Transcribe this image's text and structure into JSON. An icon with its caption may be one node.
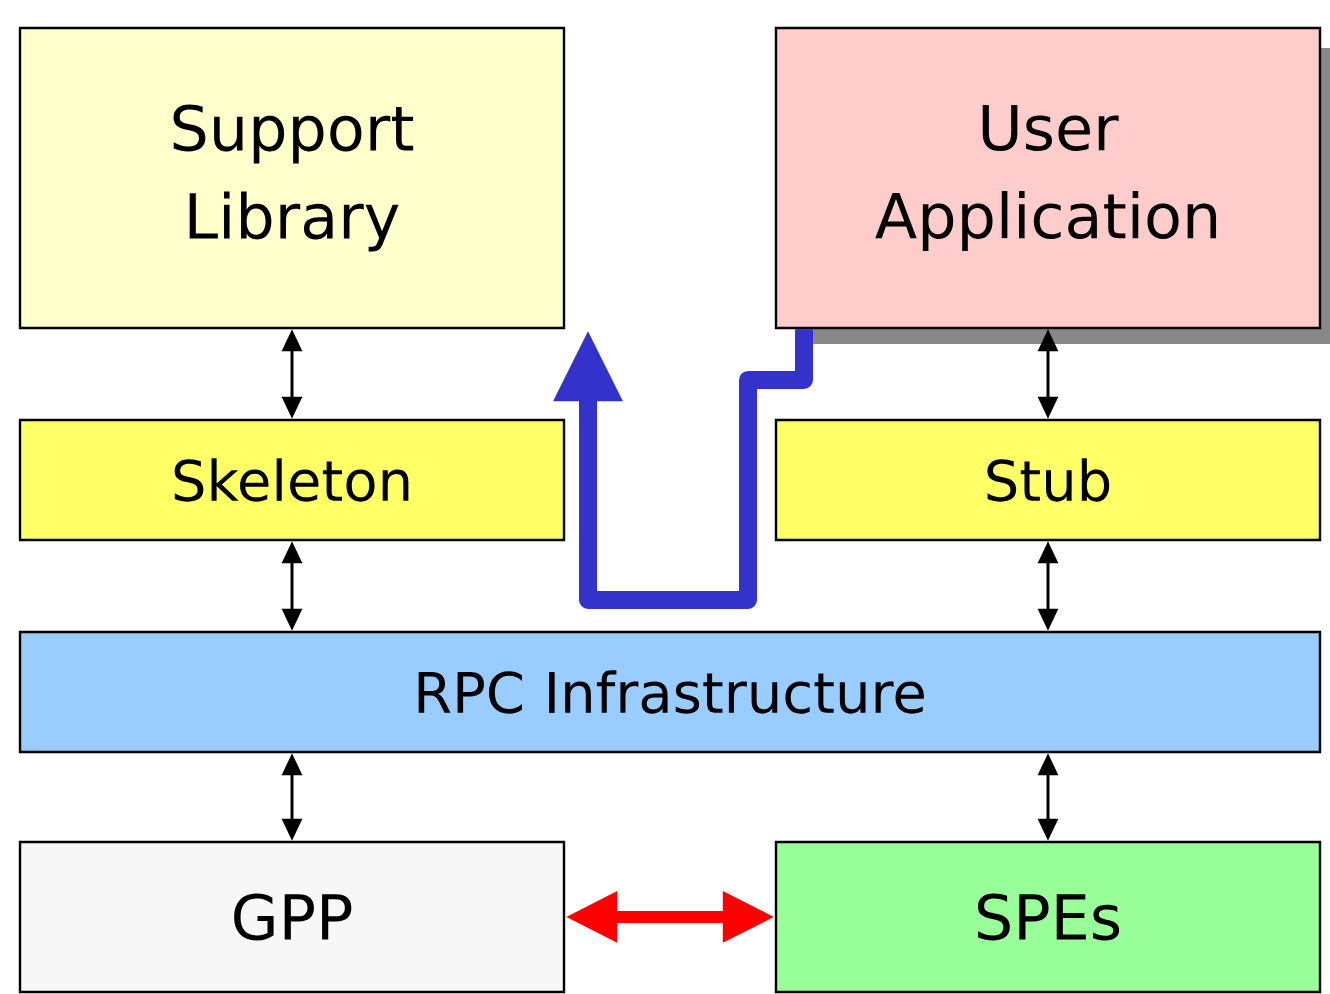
{
  "diagram": {
    "nodes": [
      {
        "text": [
          "Support Library"
        ]
      },
      {
        "text": [
          "User Application"
        ]
      },
      {
        "text": [
          "Skeleton"
        ]
      },
      {
        "text": [
          "Stub"
        ]
      },
      {
        "text": [
          "RPC Infrastructure"
        ]
      },
      {
        "text": [
          "GPP"
        ]
      },
      {
        "text": [
          "SPEs"
        ]
      }
    ],
    "edges": [
      {
        "from": 0,
        "to": 2,
        "arrow": "both"
      },
      {
        "from": 1,
        "to": 3,
        "arrow": "both"
      },
      {
        "from": 2,
        "to": 4,
        "arrow": "both"
      },
      {
        "from": 3,
        "to": 4,
        "arrow": "both"
      },
      {
        "from": 4,
        "to": 5,
        "arrow": "both"
      },
      {
        "from": 4,
        "to": 6,
        "arrow": "both"
      },
      {
        "from": 5,
        "to": 6,
        "arrow": "both",
        "style": "thick",
        "color": "#ff0000"
      },
      {
        "from": 1,
        "to": 0,
        "arrow": "to",
        "style": "thick",
        "color": "#3333cc"
      }
    ]
  }
}
